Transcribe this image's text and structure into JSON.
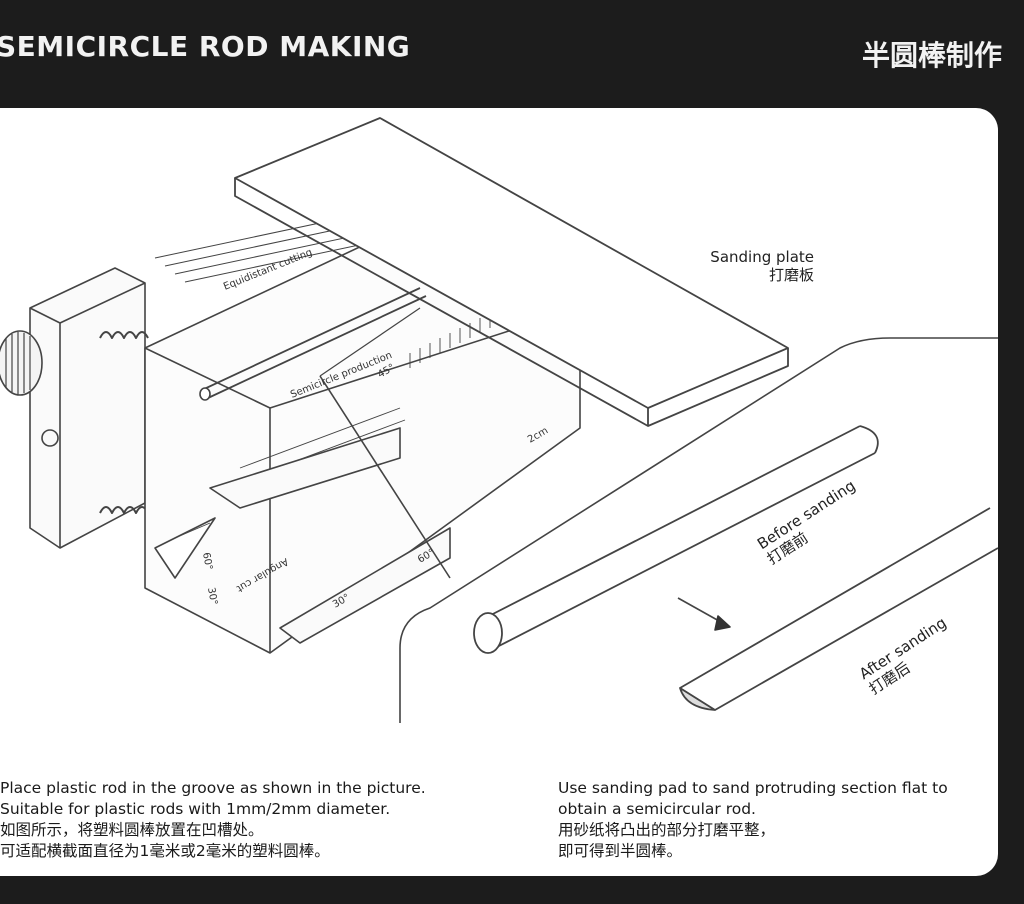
{
  "header": {
    "title_en": "SEMICIRCLE ROD MAKING",
    "title_zh": "半圆棒制作"
  },
  "illustration": {
    "tool_labels": {
      "equidistant": "Equidistant cutting",
      "semicircle": "Semicircle production",
      "angular": "Angular cut",
      "mark_2cm": "2cm",
      "mark_45": "45°",
      "mark_60": "60°",
      "mark_30": "30°",
      "mark_60b": "60°",
      "mark_30b": "30°"
    },
    "sanding_plate": {
      "en": "Sanding plate",
      "zh": "打磨板"
    },
    "before": {
      "en": "Before sanding",
      "zh": "打磨前"
    },
    "after": {
      "en": "After sanding",
      "zh": "打磨后"
    }
  },
  "captions": {
    "left": [
      "Place plastic rod in the groove as shown in the picture.",
      "Suitable for plastic rods with 1mm/2mm diameter.",
      "如图所示，将塑料圆棒放置在凹槽处。",
      "可适配横截面直径为1毫米或2毫米的塑料圆棒。"
    ],
    "right": [
      "Use sanding pad to sand protruding section flat to",
      "obtain a semicircular rod.",
      "用砂纸将凸出的部分打磨平整，",
      "即可得到半圆棒。"
    ]
  }
}
